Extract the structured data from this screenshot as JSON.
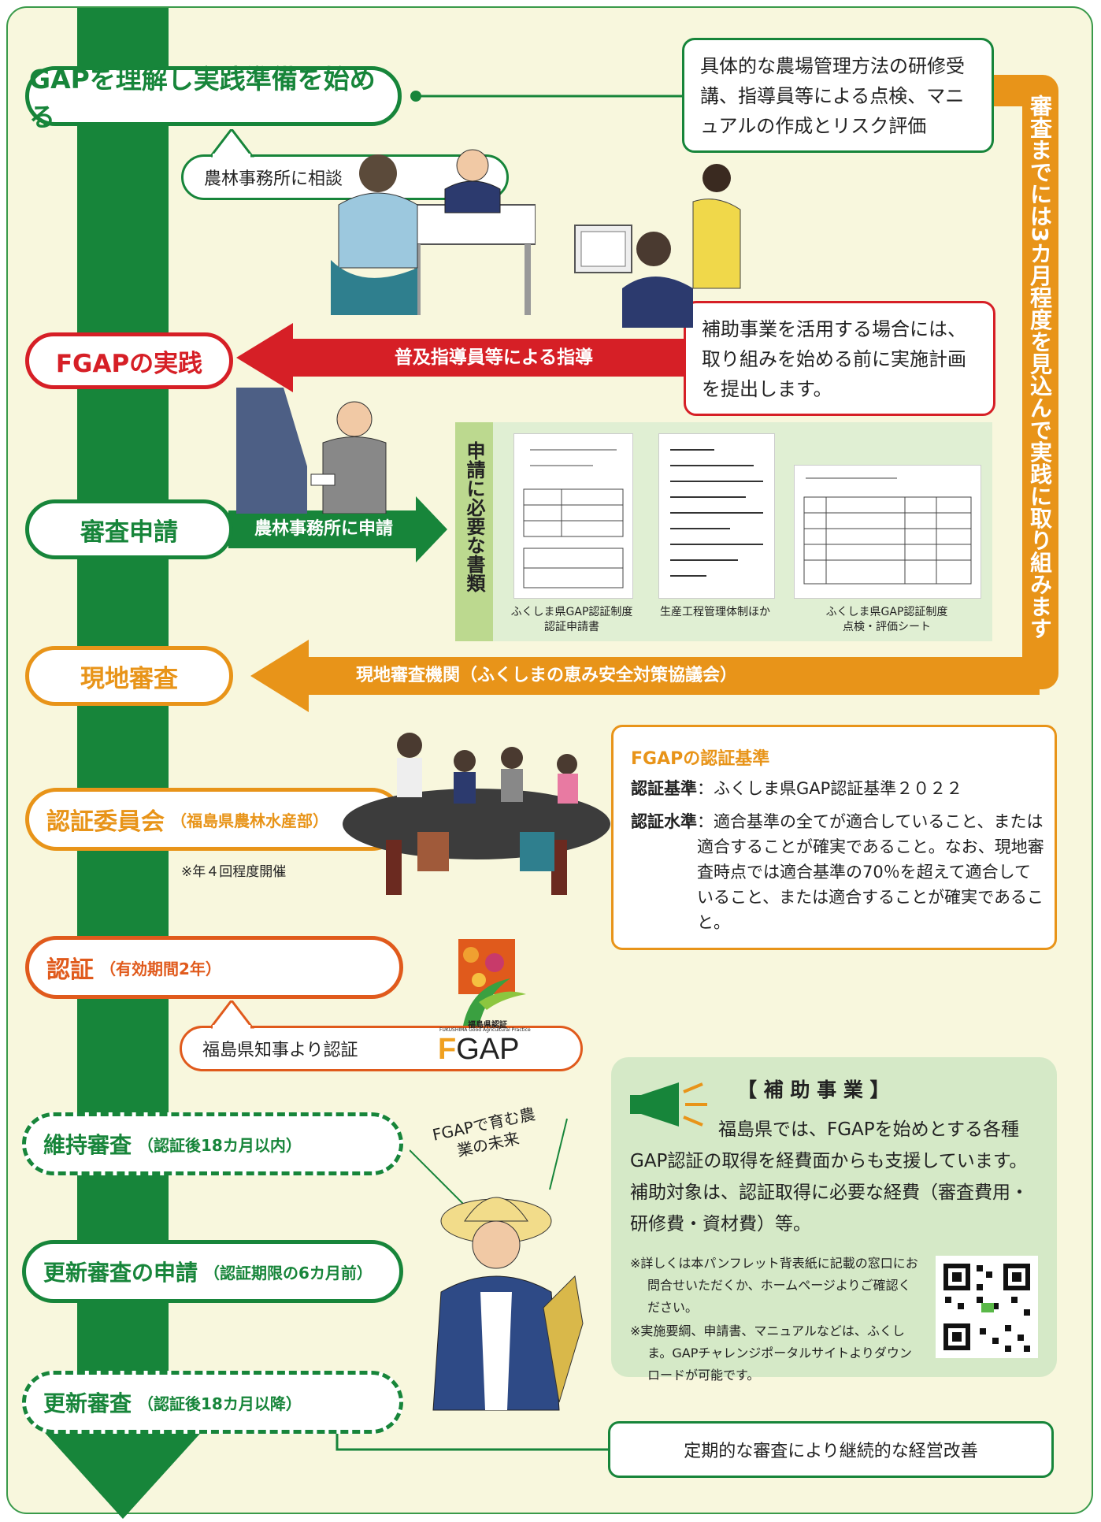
{
  "steps": {
    "understand": "GAPを理解し実践準備を始める",
    "consult": "農林事務所に相談",
    "fgap_practice": "FGAPの実践",
    "guidance": "普及指導員等による指導",
    "apply": "審査申請",
    "apply_office": "農林事務所に申請",
    "site_audit": "現地審査",
    "site_audit_org": "現地審査機関（ふくしまの恵み安全対策協議会）",
    "committee": "認証委員会",
    "committee_sub": "（福島県農林水産部）",
    "committee_note": "※年４回程度開催",
    "certify": "認証",
    "certify_sub": "（有効期間2年）",
    "governor": "福島県知事より認証",
    "maintain": "維持審査",
    "maintain_sub": "（認証後18カ月以内）",
    "renew_apply": "更新審査の申請",
    "renew_apply_sub": "（認証期限の6カ月前）",
    "renew": "更新審査",
    "renew_sub": "（認証後18カ月以降）"
  },
  "notes": {
    "training": "具体的な農場管理方法の研修受講、指導員等による点検、マニュアルの作成とリスク評価",
    "subsidy_plan": "補助事業を活用する場合には、取り組みを始める前に実施計画を提出します。",
    "three_months": "審査までには3カ月程度を見込んで実践に取り組みます",
    "continuous": "定期的な審査により継続的な経営改善"
  },
  "documents": {
    "label": "申請に必要な書類",
    "items": [
      {
        "caption1": "ふくしま県GAP認証制度",
        "caption2": "認証申請書"
      },
      {
        "caption1": "生産工程管理体制ほか",
        "caption2": ""
      },
      {
        "caption1": "ふくしま県GAP認証制度",
        "caption2": "点検・評価シート"
      }
    ]
  },
  "criteria": {
    "title": "FGAPの認証基準",
    "standard_label": "認証基準",
    "standard_value": "：ふくしま県GAP認証基準２０２２",
    "level_label": "認証水準",
    "level_value": "：適合基準の全てが適合していること、または適合することが確実であること。なお、現地審査時点では適合基準の70％を超えて適合していること、または適合することが確実であること。"
  },
  "logo": {
    "small": "福島県認証",
    "tiny": "FUKUSHIMA Good Agricultural Practice",
    "f": "F",
    "gap": "GAP"
  },
  "subsidy": {
    "title": "【 補 助 事 業 】",
    "body": "福島県では、FGAPを始めとする各種GAP認証の取得を経費面からも支援しています。補助対象は、認証取得に必要な経費（審査費用・研修費・資材費）等。",
    "note1": "※詳しくは本パンフレット背表紙に記載の窓口にお問合せいただくか、ホームページよりご確認ください。",
    "note2": "※実施要綱、申請書、マニュアルなどは、ふくしま。GAPチャレンジポータルサイトよりダウンロードが可能です。"
  },
  "farmer_slogan": "FGAPで育む農業の未来",
  "colors": {
    "green": "#17853a",
    "red": "#d61f26",
    "orange": "#e89419",
    "cream": "#f8f7dd"
  }
}
